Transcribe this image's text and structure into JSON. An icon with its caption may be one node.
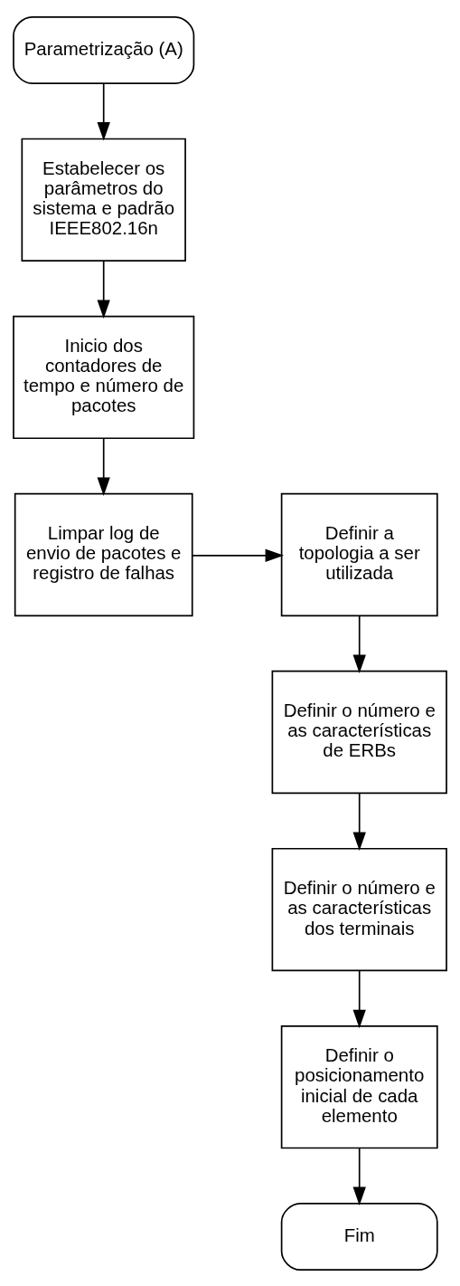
{
  "diagram": {
    "nodes": [
      {
        "text": [
          "Parametrização (A)"
        ]
      },
      {
        "text": [
          "Estabelecer os parâmetros do sistema e padrão IEEE802.16n"
        ]
      },
      {
        "text": [
          "Inicio dos contadores de tempo e número de pacotes"
        ]
      },
      {
        "text": [
          "Limpar log de envio de pacotes e registro de falhas"
        ]
      },
      {
        "text": [
          "Definir a topologia a ser utilizada"
        ]
      },
      {
        "text": [
          "Definir o número e as características de ERBs"
        ]
      },
      {
        "text": [
          "Definir o número e as características dos terminais"
        ]
      },
      {
        "text": [
          "Definir o posicionamento inicial de cada elemento"
        ]
      },
      {
        "text": [
          "Fim"
        ]
      }
    ],
    "edges": [
      {
        "from": 0,
        "to": 1,
        "arrow": "to"
      },
      {
        "from": 1,
        "to": 2,
        "arrow": "to"
      },
      {
        "from": 2,
        "to": 3,
        "arrow": "to"
      },
      {
        "from": 3,
        "to": 4,
        "arrow": "to"
      },
      {
        "from": 4,
        "to": 5,
        "arrow": "to"
      },
      {
        "from": 5,
        "to": 6,
        "arrow": "to"
      },
      {
        "from": 6,
        "to": 7,
        "arrow": "to"
      },
      {
        "from": 7,
        "to": 8,
        "arrow": "to"
      }
    ]
  }
}
